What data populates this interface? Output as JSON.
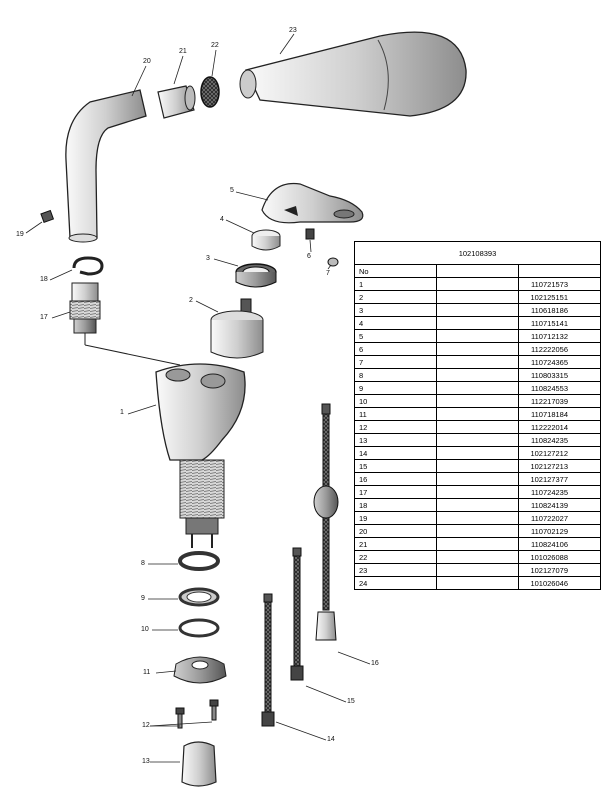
{
  "callouts": [
    "1",
    "2",
    "3",
    "4",
    "5",
    "6",
    "7",
    "8",
    "9",
    "10",
    "11",
    "12",
    "13",
    "14",
    "15",
    "16",
    "17",
    "18",
    "19",
    "20",
    "21",
    "22",
    "23"
  ],
  "parts_table": {
    "title": "102108393",
    "header": "No",
    "rows": [
      {
        "no": "1",
        "code": "110721573"
      },
      {
        "no": "2",
        "code": "102125151"
      },
      {
        "no": "3",
        "code": "110618186"
      },
      {
        "no": "4",
        "code": "110715141"
      },
      {
        "no": "5",
        "code": "110712132"
      },
      {
        "no": "6",
        "code": "112222056"
      },
      {
        "no": "7",
        "code": "110724365"
      },
      {
        "no": "8",
        "code": "110803315"
      },
      {
        "no": "9",
        "code": "110824553"
      },
      {
        "no": "10",
        "code": "112217039"
      },
      {
        "no": "11",
        "code": "110718184"
      },
      {
        "no": "12",
        "code": "112222014"
      },
      {
        "no": "13",
        "code": "110824235"
      },
      {
        "no": "14",
        "code": "102127212"
      },
      {
        "no": "15",
        "code": "102127213"
      },
      {
        "no": "16",
        "code": "102127377"
      },
      {
        "no": "17",
        "code": "110724235"
      },
      {
        "no": "18",
        "code": "110824139"
      },
      {
        "no": "19",
        "code": "110722027"
      },
      {
        "no": "20",
        "code": "110702129"
      },
      {
        "no": "21",
        "code": "110824106"
      },
      {
        "no": "22",
        "code": "101026088"
      },
      {
        "no": "23",
        "code": "102127079"
      },
      {
        "no": "24",
        "code": "101026046"
      }
    ]
  }
}
